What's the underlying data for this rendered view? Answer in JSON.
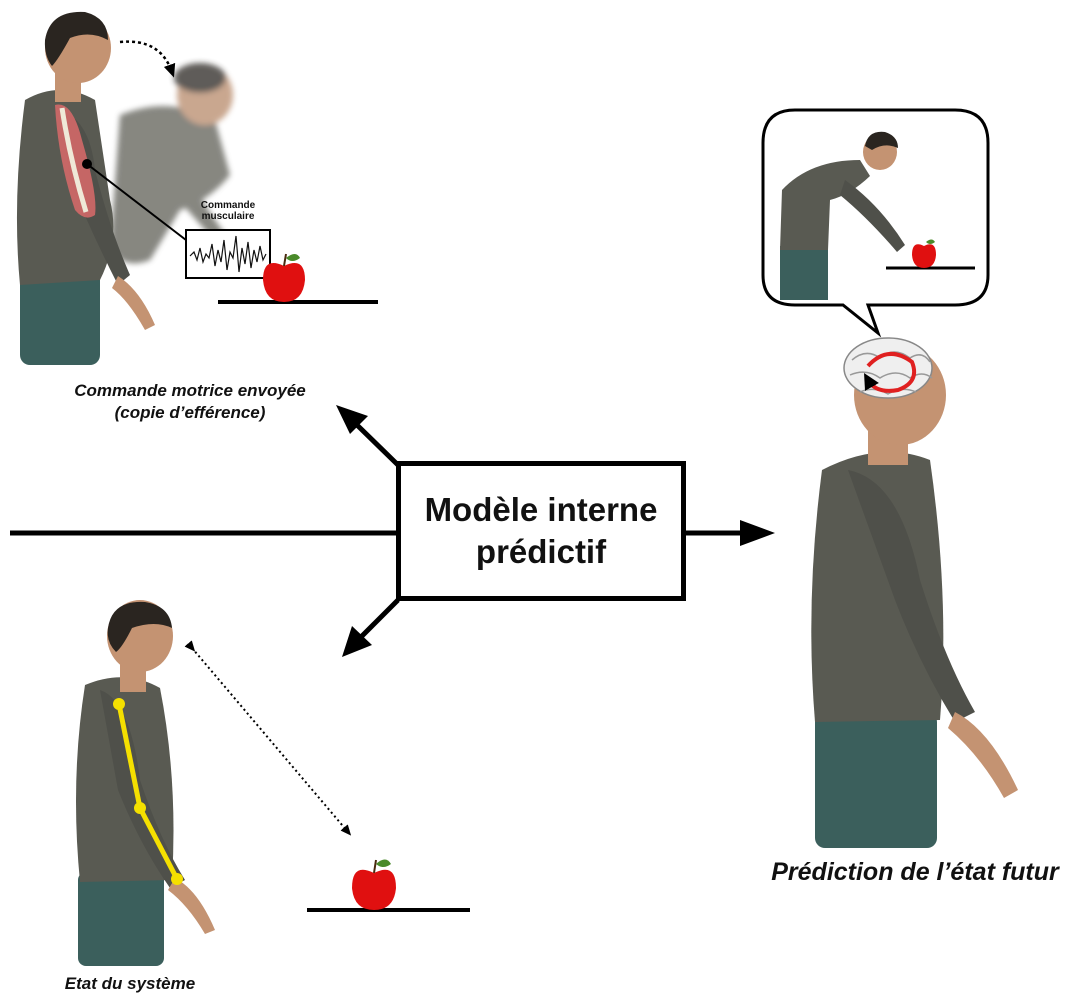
{
  "model_box": {
    "line1": "Modèle interne",
    "line2": "prédictif"
  },
  "captions": {
    "motor_line1": "Commande motrice envoyée",
    "motor_line2": "(copie d’efférence)",
    "state": "Etat du système",
    "prediction": "Prédiction de l’état futur"
  },
  "emg": {
    "line1": "Commande",
    "line2": "musculaire"
  },
  "colors": {
    "sweater": "#595a52",
    "jeans": "#3b5f5c",
    "skin": "#c49372",
    "hair": "#2a2520",
    "apple": "#e01010",
    "leaf": "#4a8a2a",
    "arm_skeleton": "#f5e000",
    "brain_arrow": "#e02020"
  }
}
